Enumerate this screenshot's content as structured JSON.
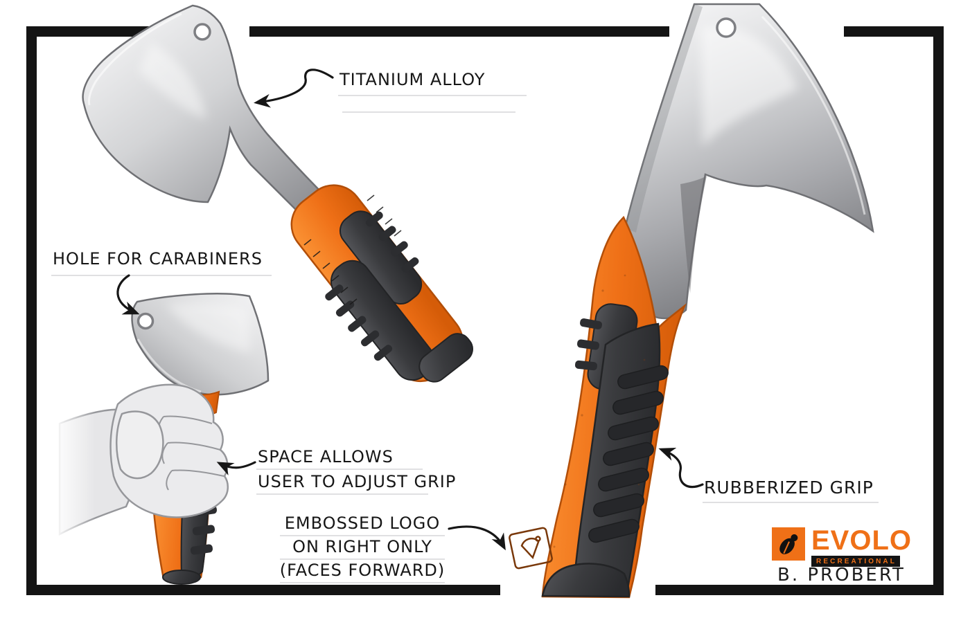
{
  "annotations": {
    "titanium_alloy": "TITANIUM ALLOY",
    "hole_for_carabiners": "HOLE FOR CARABINERS",
    "space_allows": "SPACE ALLOWS",
    "user_to_adjust_grip": "USER TO ADJUST GRIP",
    "embossed_logo": "EMBOSSED LOGO",
    "on_right_only": "ON RIGHT ONLY",
    "faces_forward": "(FACES FORWARD)",
    "rubberized_grip": "RUBBERIZED GRIP"
  },
  "branding": {
    "name": "EVOLO",
    "subtitle": "RECREATIONAL",
    "designer": "B. PROBERT",
    "logo_icon": "fly-logo-icon"
  },
  "colors": {
    "orange": "#ef7017",
    "orange_dark": "#c8560a",
    "rubber_dark": "#323336",
    "steel": "#c9cacd",
    "ink": "#161616",
    "frame": "#141414",
    "paper": "#ffffff"
  }
}
